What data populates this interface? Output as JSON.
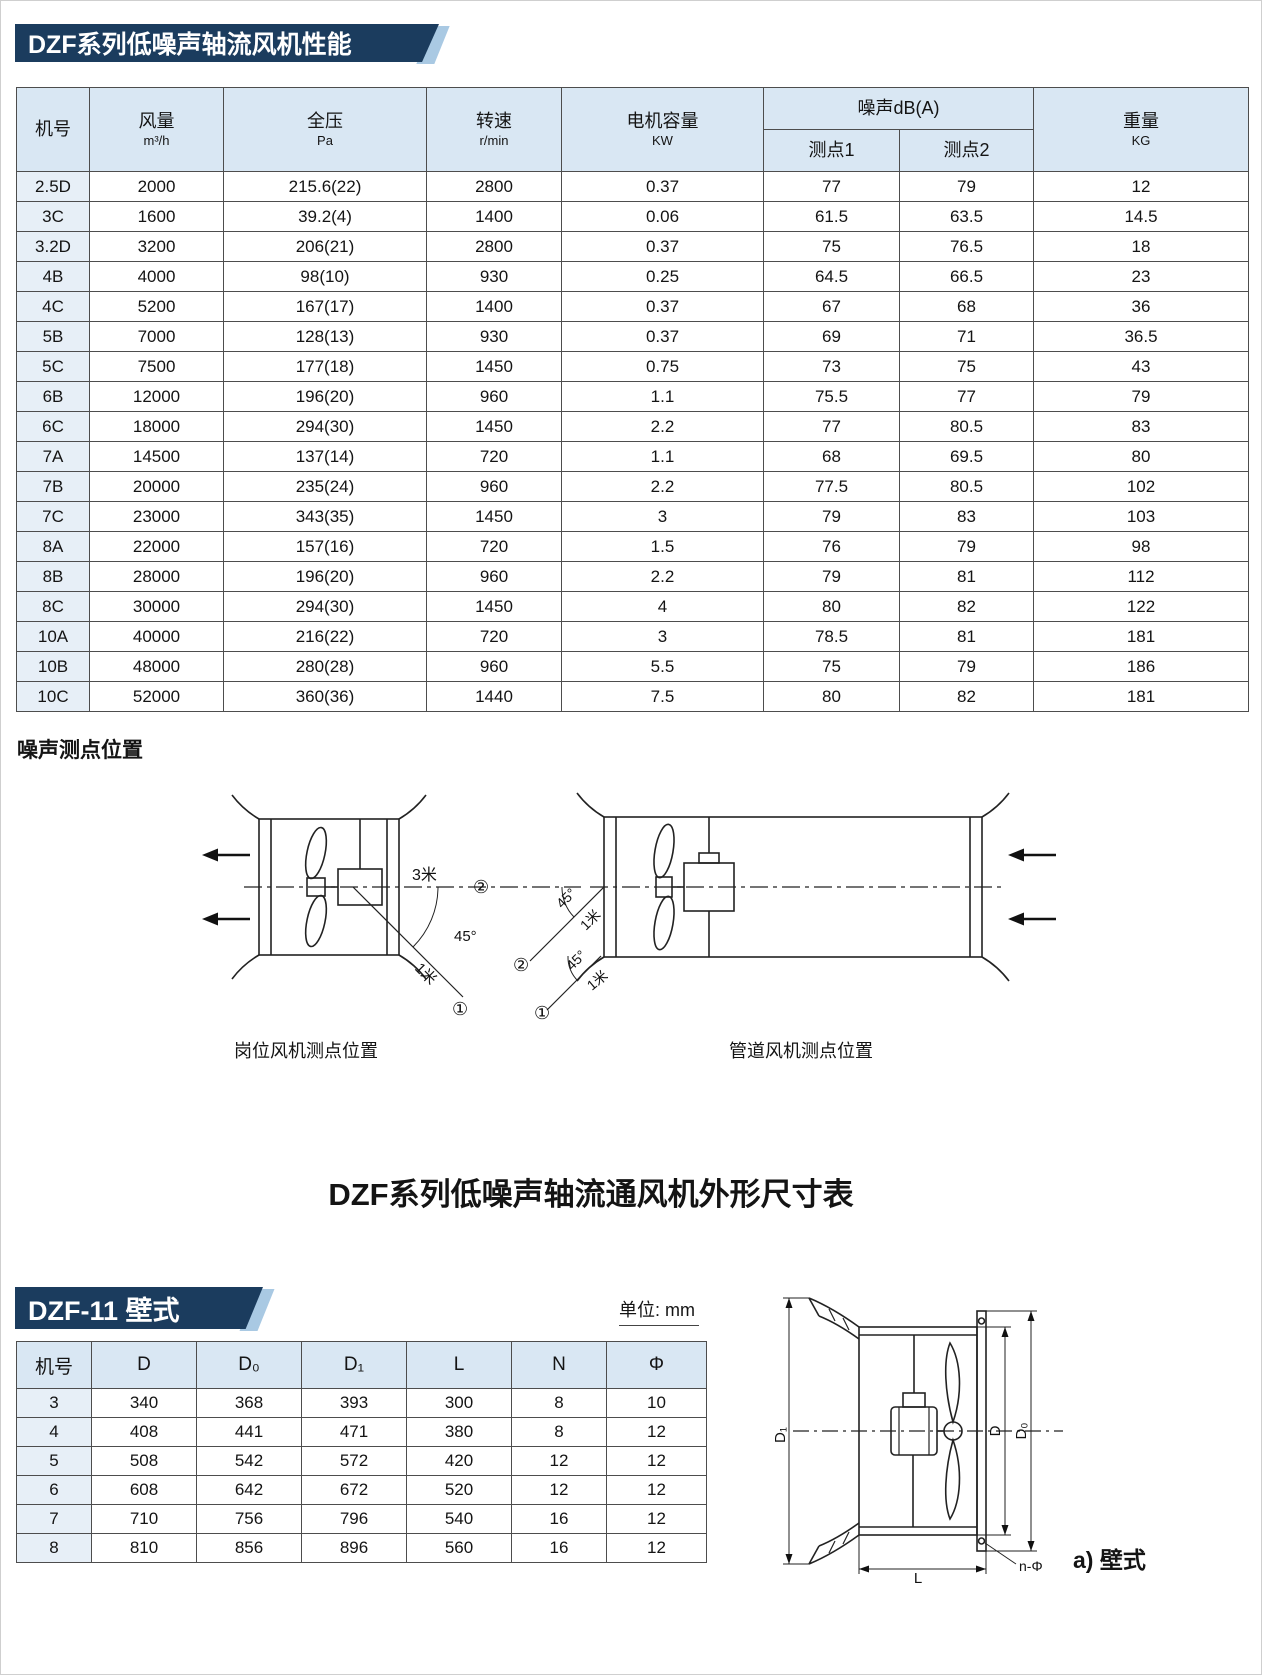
{
  "page": {
    "title_banner": "DZF系列低噪声轴流风机性能",
    "noise_section_title": "噪声测点位置",
    "dimensions_title": "DZF系列低噪声轴流通风机外形尺寸表",
    "dzf11_banner": "DZF-11 壁式",
    "unit_label": "单位: mm",
    "drawing_caption": "a) 壁式"
  },
  "performance_table": {
    "headers": {
      "model": "机号",
      "airflow": "风量",
      "airflow_unit": "m³/h",
      "pressure": "全压",
      "pressure_unit": "Pa",
      "speed": "转速",
      "speed_unit": "r/min",
      "motor": "电机容量",
      "motor_unit": "KW",
      "noise": "噪声dB(A)",
      "noise_point1": "测点1",
      "noise_point2": "测点2",
      "weight": "重量",
      "weight_unit": "KG"
    },
    "rows": [
      [
        "2.5D",
        "2000",
        "215.6(22)",
        "2800",
        "0.37",
        "77",
        "79",
        "12"
      ],
      [
        "3C",
        "1600",
        "39.2(4)",
        "1400",
        "0.06",
        "61.5",
        "63.5",
        "14.5"
      ],
      [
        "3.2D",
        "3200",
        "206(21)",
        "2800",
        "0.37",
        "75",
        "76.5",
        "18"
      ],
      [
        "4B",
        "4000",
        "98(10)",
        "930",
        "0.25",
        "64.5",
        "66.5",
        "23"
      ],
      [
        "4C",
        "5200",
        "167(17)",
        "1400",
        "0.37",
        "67",
        "68",
        "36"
      ],
      [
        "5B",
        "7000",
        "128(13)",
        "930",
        "0.37",
        "69",
        "71",
        "36.5"
      ],
      [
        "5C",
        "7500",
        "177(18)",
        "1450",
        "0.75",
        "73",
        "75",
        "43"
      ],
      [
        "6B",
        "12000",
        "196(20)",
        "960",
        "1.1",
        "75.5",
        "77",
        "79"
      ],
      [
        "6C",
        "18000",
        "294(30)",
        "1450",
        "2.2",
        "77",
        "80.5",
        "83"
      ],
      [
        "7A",
        "14500",
        "137(14)",
        "720",
        "1.1",
        "68",
        "69.5",
        "80"
      ],
      [
        "7B",
        "20000",
        "235(24)",
        "960",
        "2.2",
        "77.5",
        "80.5",
        "102"
      ],
      [
        "7C",
        "23000",
        "343(35)",
        "1450",
        "3",
        "79",
        "83",
        "103"
      ],
      [
        "8A",
        "22000",
        "157(16)",
        "720",
        "1.5",
        "76",
        "79",
        "98"
      ],
      [
        "8B",
        "28000",
        "196(20)",
        "960",
        "2.2",
        "79",
        "81",
        "112"
      ],
      [
        "8C",
        "30000",
        "294(30)",
        "1450",
        "4",
        "80",
        "82",
        "122"
      ],
      [
        "10A",
        "40000",
        "216(22)",
        "720",
        "3",
        "78.5",
        "81",
        "181"
      ],
      [
        "10B",
        "48000",
        "280(28)",
        "960",
        "5.5",
        "75",
        "79",
        "186"
      ],
      [
        "10C",
        "52000",
        "360(36)",
        "1440",
        "7.5",
        "80",
        "82",
        "181"
      ]
    ]
  },
  "noise_diagrams": {
    "left": {
      "caption": "岗位风机测点位置",
      "distance_3m": "3米",
      "point2": "②",
      "angle": "45°",
      "distance_1m": "1米",
      "point1": "①"
    },
    "right": {
      "caption": "管道风机测点位置",
      "angle_top": "45°",
      "distance_top": "1米",
      "point2": "②",
      "angle_bottom": "45°",
      "distance_bottom": "1米",
      "point1": "①"
    }
  },
  "dzf11_table": {
    "headers": [
      "机号",
      "D",
      "D₀",
      "D₁",
      "L",
      "N",
      "Φ"
    ],
    "rows": [
      [
        "3",
        "340",
        "368",
        "393",
        "300",
        "8",
        "10"
      ],
      [
        "4",
        "408",
        "441",
        "471",
        "380",
        "8",
        "12"
      ],
      [
        "5",
        "508",
        "542",
        "572",
        "420",
        "12",
        "12"
      ],
      [
        "6",
        "608",
        "642",
        "672",
        "520",
        "12",
        "12"
      ],
      [
        "7",
        "710",
        "756",
        "796",
        "540",
        "16",
        "12"
      ],
      [
        "8",
        "810",
        "856",
        "896",
        "560",
        "16",
        "12"
      ]
    ]
  },
  "dzf11_drawing": {
    "label_d1": "D₁",
    "label_d": "D",
    "label_d0": "D₀",
    "label_l": "L",
    "label_n_phi": "n-Φ"
  }
}
